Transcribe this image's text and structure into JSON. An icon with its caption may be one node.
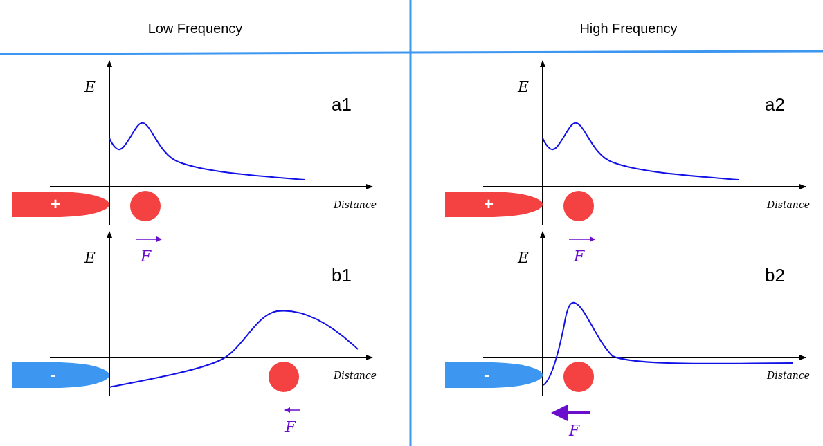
{
  "diagram": {
    "nodes": [
      {
        "text": [
          "+"
        ]
      },
      {
        "text": [
          "+"
        ]
      },
      {
        "text": [
          "-"
        ]
      },
      {
        "text": [
          "-"
        ]
      }
    ],
    "labels": [
      "Low Frequency",
      "High Frequency",
      "E",
      "a1",
      "Distance",
      "F",
      "E",
      "a2",
      "Distance",
      "F",
      "E",
      "b1",
      "Distance",
      "F",
      "E",
      "b2",
      "Distance",
      "F"
    ]
  }
}
